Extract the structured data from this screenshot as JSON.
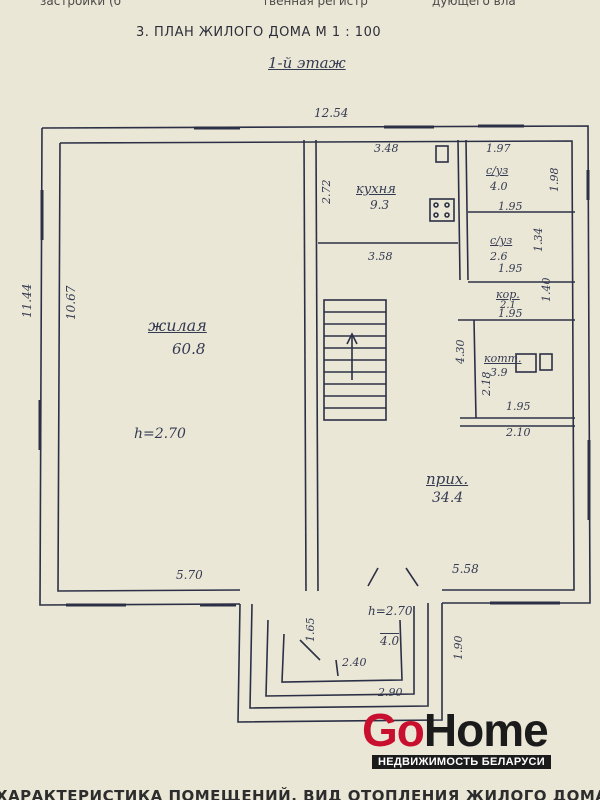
{
  "header": {
    "top_cut_left": "застройки (б",
    "top_cut_mid": "твенная регистр",
    "top_cut_right": "дующего вла",
    "plan_title": "3. ПЛАН ЖИЛОГО ДОМА  М 1 : 100",
    "floor_label": "1-й этаж"
  },
  "plan": {
    "dimensions": {
      "overall_width": "12.54",
      "overall_depth": "11.44",
      "living_depth": "10.67",
      "kitchen_width": "3.48",
      "kitchen_depth": "2.72",
      "kitchen_bottom": "3.58",
      "wc1_width": "1.97",
      "wc1_depth": "1.98",
      "wc1_bottom": "1.95",
      "wc2_depth": "1.34",
      "wc2_bottom": "1.95",
      "corridor_depth": "1.40",
      "corridor_bottom": "1.95",
      "utility_depth": "2.18",
      "utility_bottom": "1.95",
      "hall_right_depth": "4.30",
      "hall_mid": "2.10",
      "living_bottom": "5.70",
      "hall_bottom": "5.58",
      "porch_depth": "1.65",
      "porch_right": "1.90",
      "porch_inner": "2.40",
      "porch_outer": "2.90"
    },
    "rooms": {
      "living_name": "жилая",
      "living_area": "60.8",
      "living_height": "h=2.70",
      "kitchen_name": "кухня",
      "kitchen_area": "9.3",
      "wc1_name": "с/уз",
      "wc1_area": "4.0",
      "wc2_name": "с/уз",
      "wc2_area": "2.6",
      "corridor_name": "кор.",
      "corridor_area": "2.1",
      "utility_name": "котт.",
      "utility_area": "3.9",
      "hall_name": "прих.",
      "hall_area": "34.4",
      "porch_height": "h=2.70",
      "porch_area": "4.0"
    }
  },
  "footer": {
    "section_heading_cut": "ХАРАКТЕРИСТИКА ПОМЕЩЕНИЙ, ВИД ОТОПЛЕНИЯ ЖИЛОГО ДОМА"
  },
  "watermark": {
    "brand_go": "Go",
    "brand_home": "Home",
    "tagline": "НЕДВИЖИМОСТЬ БЕЛАРУСИ",
    "brand_go_color": "#c8102e",
    "brand_home_color": "#1b1b1b"
  }
}
